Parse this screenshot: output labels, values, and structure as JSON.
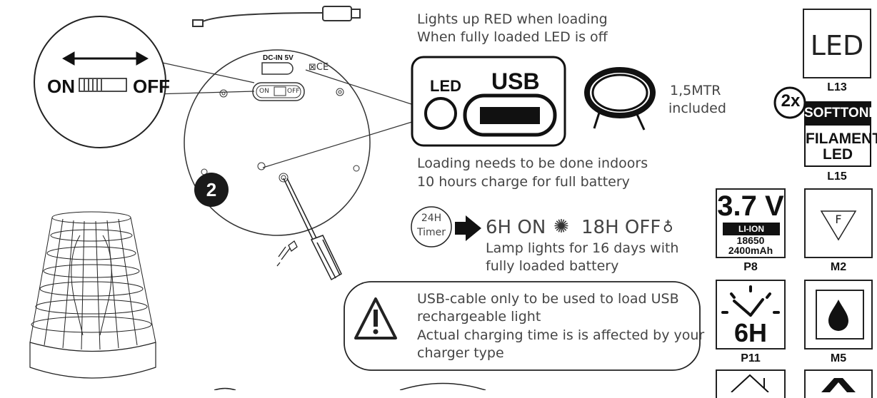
{
  "switch": {
    "on_label": "ON",
    "off_label": "OFF"
  },
  "plate": {
    "dc_in_label": "DC-IN 5V",
    "marks": "⊠CE",
    "switch_on": "ON",
    "switch_off": "OFF"
  },
  "step_number": "2",
  "charging": {
    "top_line1": "Lights up RED when loading",
    "top_line2": "When fully loaded LED is off",
    "led_label": "LED",
    "usb_label": "USB",
    "cable_line1": "1,5MTR",
    "cable_line2": "included",
    "bottom_line1": "Loading needs to be done indoors",
    "bottom_line2": "10 hours charge for full battery"
  },
  "timer": {
    "badge_line1": "24H",
    "badge_line2": "Timer",
    "on_text": "6H ON",
    "off_text": "18H OFF",
    "desc_line1": "Lamp lights for 16 days with",
    "desc_line2": "fully loaded battery"
  },
  "warning": {
    "line1": "USB-cable only to be used to load USB",
    "line2": "rechargeable light",
    "line3": "Actual charging time is is affected by your",
    "line4": "charger type"
  },
  "icons": {
    "led_box_text": "LED",
    "l13": "L13",
    "multiplier": "2x",
    "softtone": "SOFTTONE",
    "filament_line1": "FILAMENT",
    "filament_line2": "LED",
    "l15": "L15",
    "battery_voltage": "3.7 V",
    "battery_type": "LI-ION",
    "battery_model": "18650",
    "battery_capacity": "2400mAh",
    "p8": "P8",
    "f_mark": "F",
    "m2": "M2",
    "timer_hours": "6H",
    "p11": "P11",
    "m5": "M5"
  },
  "colors": {
    "ink": "#222222",
    "text": "#444444",
    "background": "#ffffff"
  }
}
